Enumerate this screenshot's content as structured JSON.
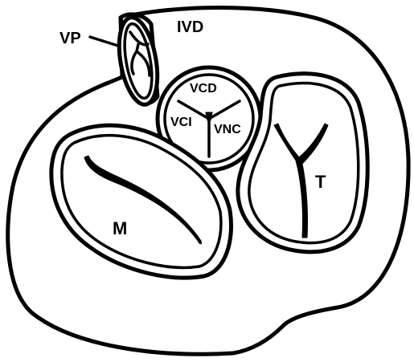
{
  "labels": {
    "vp": "VP",
    "ivd": "IVD",
    "vcd": "VCD",
    "vci": "VCI",
    "vnc": "VNC",
    "mitral": "M",
    "tricuspid": "T"
  }
}
